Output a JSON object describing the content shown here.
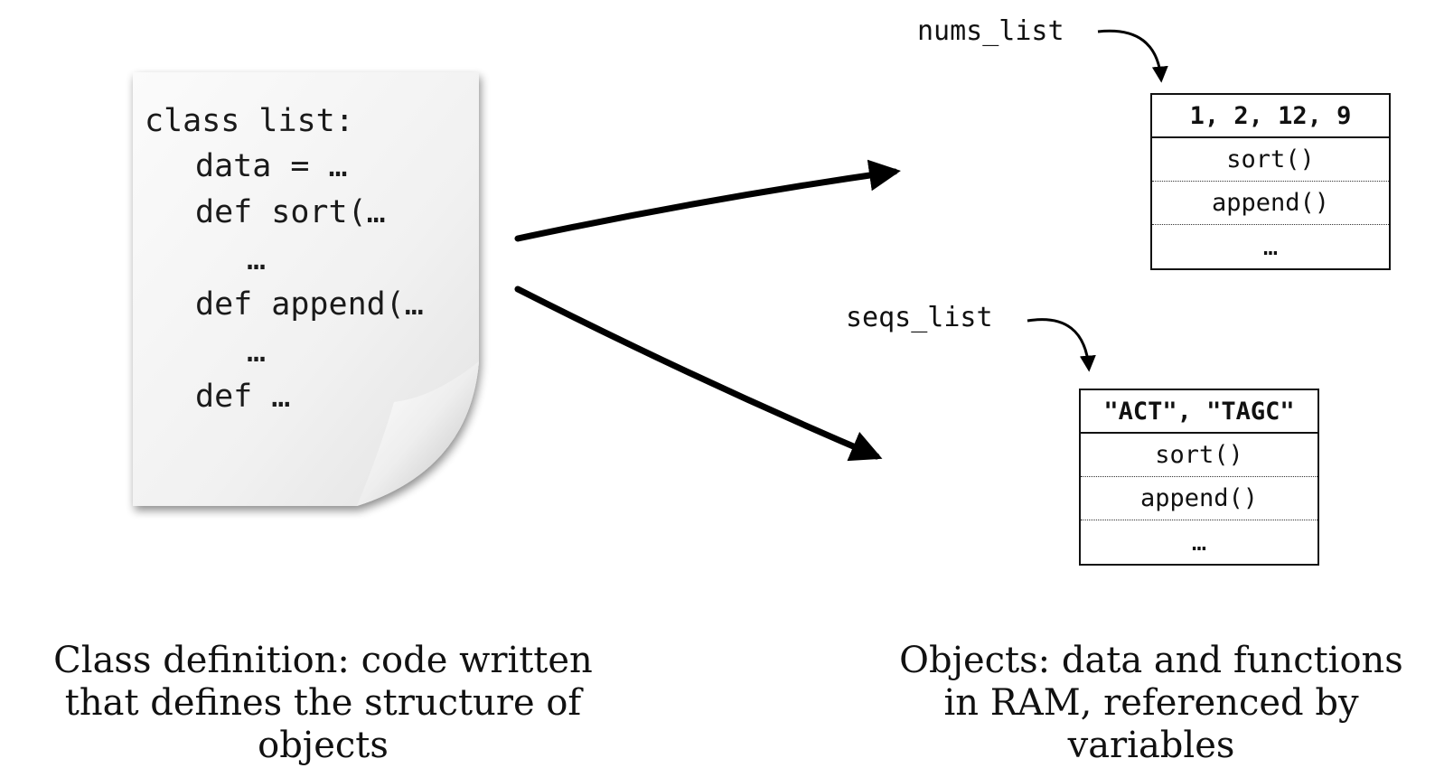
{
  "class_definition": {
    "code_lines": [
      "class list:",
      "data = …",
      "def sort(…",
      "…",
      "def append(…",
      "…",
      "def …"
    ]
  },
  "objects": [
    {
      "variable": "nums_list",
      "data": "1, 2, 12, 9",
      "methods": [
        "sort()",
        "append()",
        "…"
      ]
    },
    {
      "variable": "seqs_list",
      "data": "\"ACT\", \"TAGC\"",
      "methods": [
        "sort()",
        "append()",
        "…"
      ]
    }
  ],
  "captions": {
    "left_line1": "Class definition: code written",
    "left_line2": "that defines the structure of objects",
    "right_line1": "Objects: data and functions",
    "right_line2": "in RAM, referenced by variables"
  }
}
